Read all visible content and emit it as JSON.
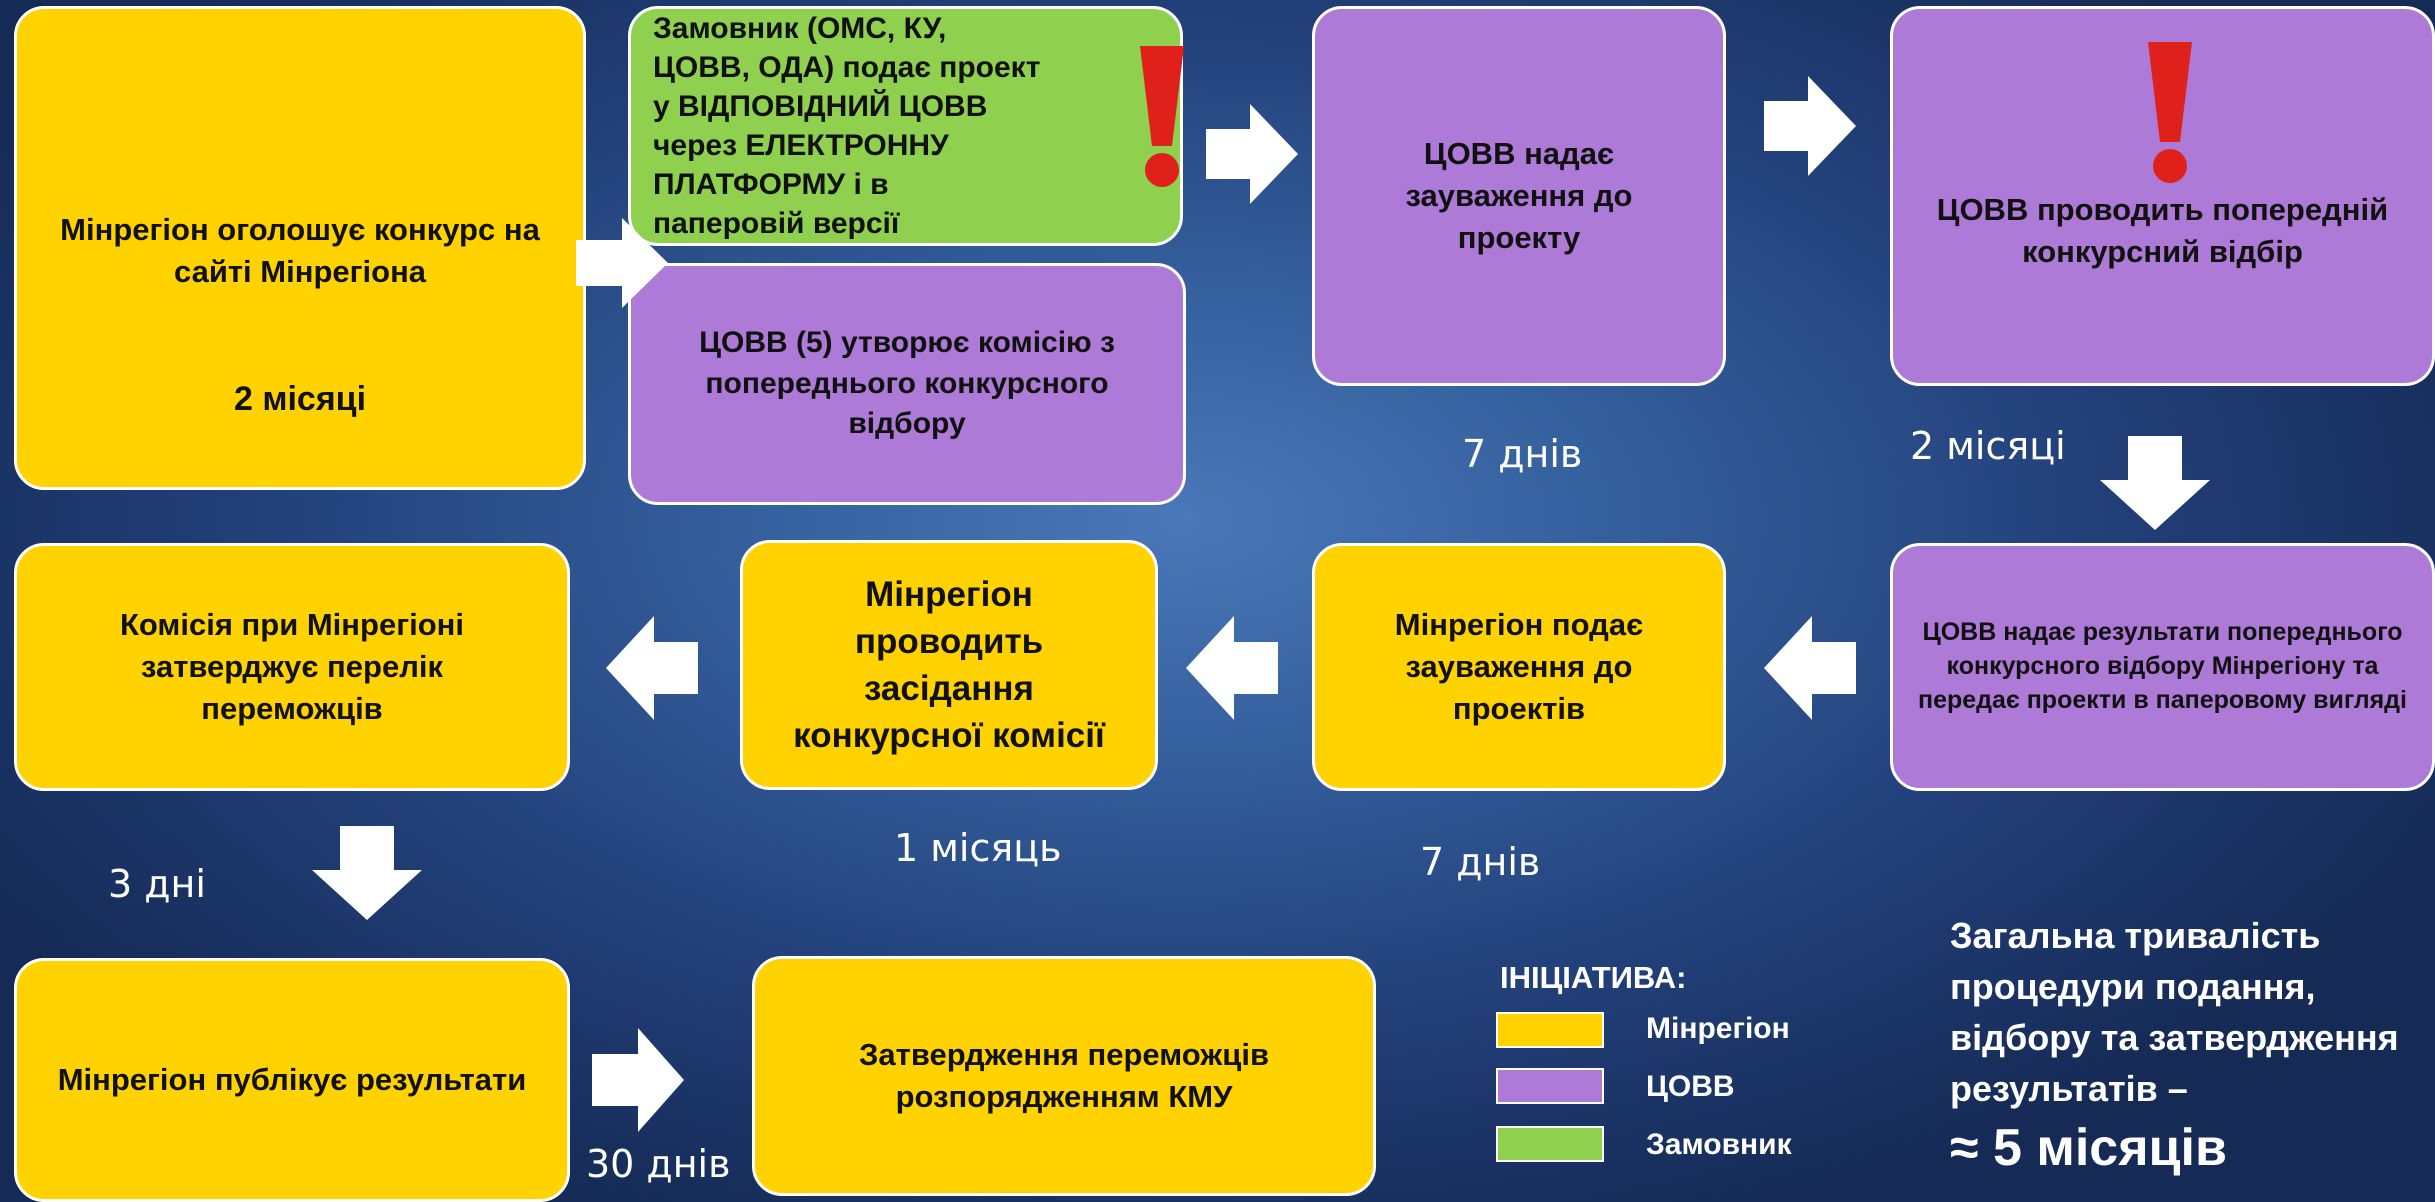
{
  "boxes": {
    "announce_text": "Мінрегіон оголошує конкурс на сайті Мінрегіона",
    "announce_duration": "2 місяці",
    "submit": "Замовник (ОМС, КУ, ЦОВВ, ОДА) подає проект у ВІДПОВІДНИЙ ЦОВВ через ЕЛЕКТРОННУ ПЛАТФОРМУ і в паперовій версії",
    "commission": "ЦОВВ (5) утворює комісію з попереднього конкурсного відбору",
    "remarks": "ЦОВВ надає зауваження до проекту",
    "preselect": "ЦОВВ проводить попередній конкурсний відбір",
    "results": "ЦОВВ надає результати попереднього конкурсного відбору Мінрегіону та передає проекти в паперовому вигляді",
    "minreg_remarks": "Мінрегіон подає зауваження до проектів",
    "meeting": "Мінрегіон проводить засідання конкурсної комісії",
    "approve_list": "Комісія при Мінрегіоні затверджує перелік переможців",
    "publish": "Мінрегіон публікує результати",
    "kmu": "Затвердження переможців розпорядженням КМУ"
  },
  "durations": {
    "remarks_days": "7 днів",
    "preselect_months": "2 місяці",
    "minreg_days": "7 днів",
    "meeting_month": "1 місяць",
    "approve_days": "3 дні",
    "publish_days": "30 днів"
  },
  "legend": {
    "title": "ІНІЦІАТИВА:",
    "items": [
      {
        "label": "Мінрегіон",
        "color": "#FFD200"
      },
      {
        "label": "ЦОВВ",
        "color": "#AE7AD8"
      },
      {
        "label": "Замовник",
        "color": "#8FD14F"
      }
    ]
  },
  "summary": {
    "text": "Загальна тривалість процедури подання, відбору та затвердження результатів –",
    "total": "≈ 5 місяців"
  },
  "colors": {
    "minregion": "#FFD200",
    "covv": "#AE7AD8",
    "customer": "#8FD14F",
    "exclamation": "#E0201B",
    "arrow": "#FFFFFF"
  }
}
